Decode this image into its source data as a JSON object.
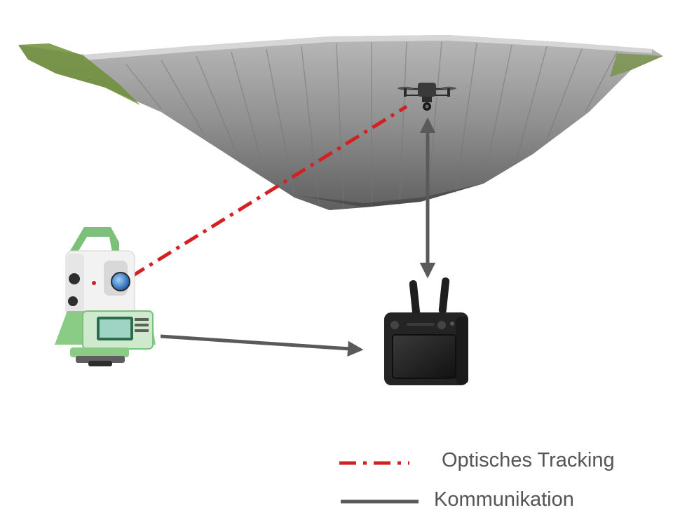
{
  "legend": {
    "optical_tracking_label": "Optisches Tracking",
    "communication_label": "Kommunikation"
  },
  "colors": {
    "optical_tracking": "#d42020",
    "communication": "#5a5a5a",
    "total_station_body": "#f2f2f2",
    "total_station_accent": "#7dc07a",
    "dam_concrete": "#8e8e8e",
    "vegetation": "#6f8f3a"
  },
  "icons": [
    "dam-image",
    "drone-icon",
    "total-station-icon",
    "remote-controller-icon"
  ]
}
